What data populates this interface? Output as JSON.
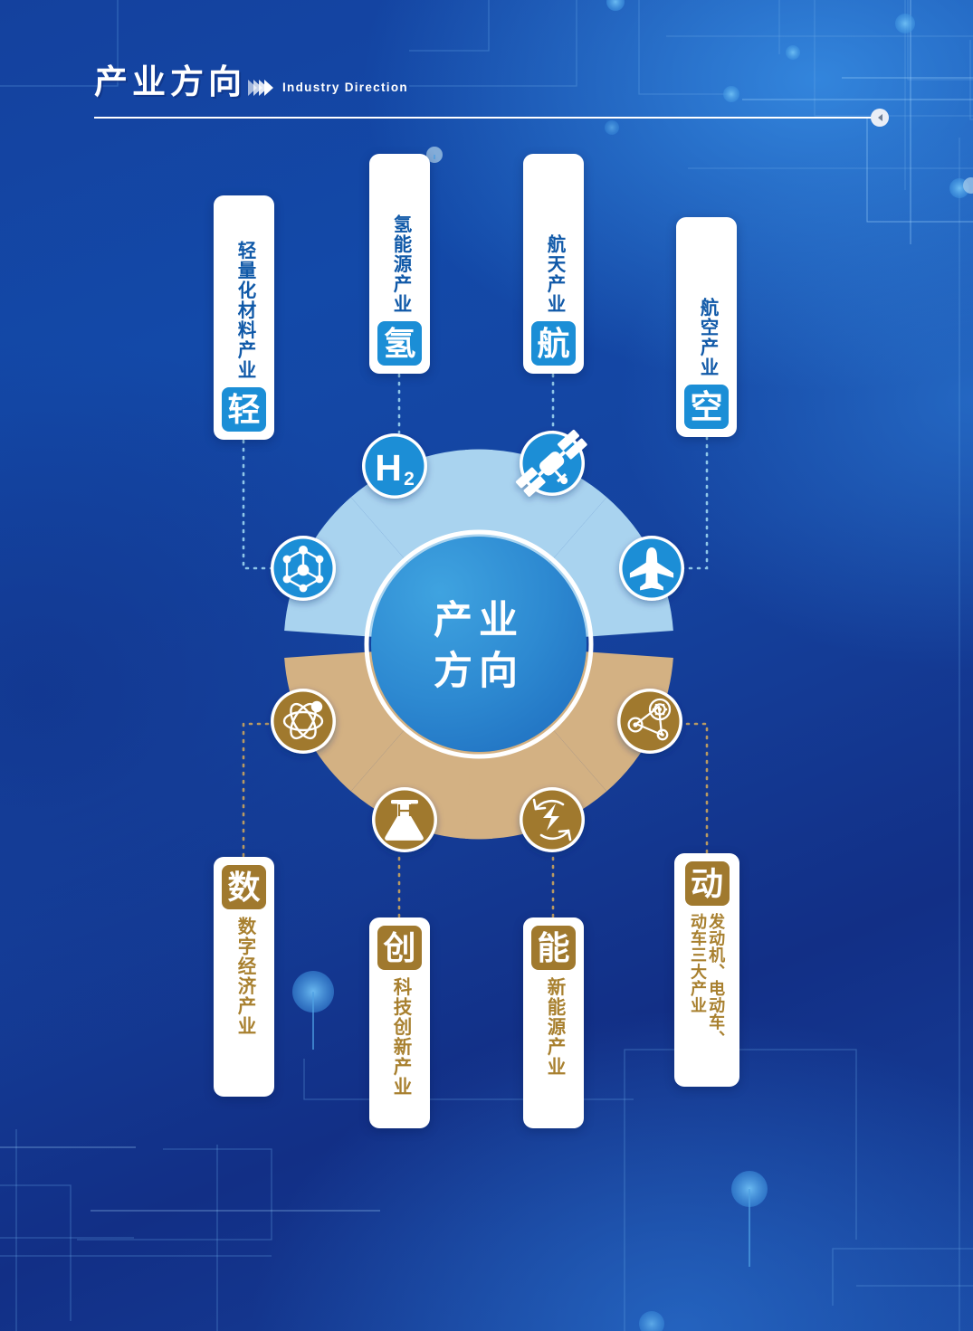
{
  "header": {
    "title": "产业方向",
    "chevrons": ">>>>",
    "english": "Industry Direction"
  },
  "center": {
    "line1": "产业",
    "line2": "方向"
  },
  "colors": {
    "background_deep_blue": "#11409a",
    "background_light_blue": "#2a7fd4",
    "card_white": "#ffffff",
    "blue_badge": "#1b8ed6",
    "blue_text": "#1059a8",
    "gold_badge": "#a0792e",
    "gold_text": "#a8802f",
    "petal_blue": "#a9d3ef",
    "petal_gold": "#d3b183",
    "center_circle": "#2a86cf"
  },
  "top_items": [
    {
      "label": "轻量化材料产业",
      "badge": "轻",
      "icon": "molecule-lattice-icon"
    },
    {
      "label": "氢能源产业",
      "badge": "氢",
      "icon": "h2-hydrogen-icon"
    },
    {
      "label": "航天产业",
      "badge": "航",
      "icon": "satellite-icon"
    },
    {
      "label": "航空产业",
      "badge": "空",
      "icon": "airplane-icon"
    }
  ],
  "bottom_items": [
    {
      "label": "数字经济产业",
      "badge": "数",
      "icon": "atom-icon"
    },
    {
      "label": "科技创新产业",
      "badge": "创",
      "icon": "flask-icon"
    },
    {
      "label": "新能源产业",
      "badge": "能",
      "icon": "renewable-energy-icon"
    },
    {
      "label": "发动机、电动车、",
      "label2": "动车三大产业",
      "badge": "动",
      "icon": "engine-belt-icon"
    }
  ]
}
